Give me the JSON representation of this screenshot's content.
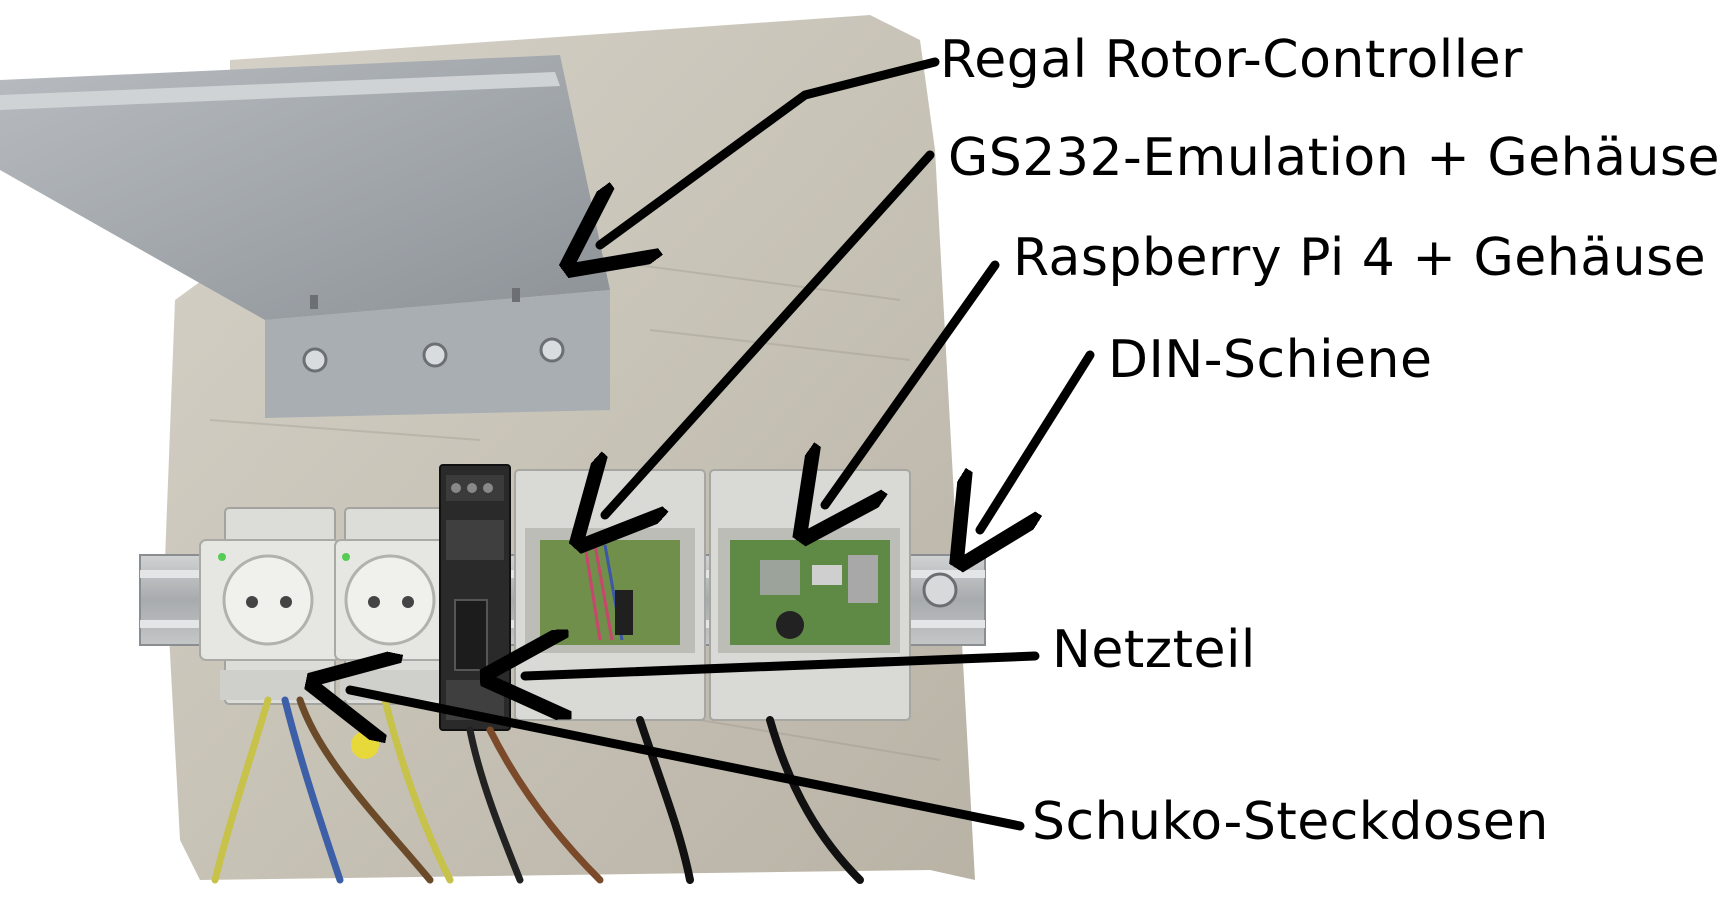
{
  "labels": {
    "regal": "Regal Rotor-Controller",
    "gs232": "GS232-Emulation + Gehäuse",
    "rpi": "Raspberry Pi 4 + Gehäuse",
    "din": "DIN-Schiene",
    "netzteil": "Netzteil",
    "schuko": "Schuko-Steckdosen"
  },
  "colors": {
    "plate": "#c7c2b6",
    "module": "#d9d9d6",
    "pcb": "#6f8f4a",
    "psu": "#2a2a2a",
    "arrow": "#000000"
  }
}
